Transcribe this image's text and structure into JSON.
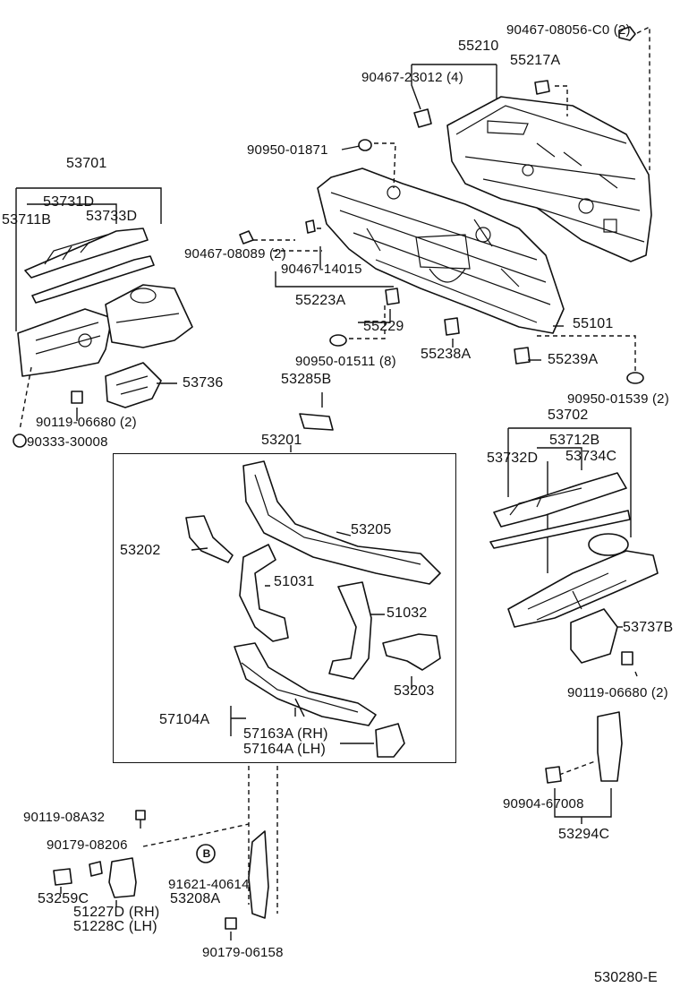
{
  "diagram_id": "530280-E",
  "labels": {
    "p90467_08056_c0": "90467-08056-C0 (2)",
    "p55210": "55210",
    "p90467_23012": "90467-23012 (4)",
    "p55217a": "55217A",
    "p90950_01871": "90950-01871",
    "p53701": "53701",
    "p53731d": "53731D",
    "p53711b": "53711B",
    "p53733d": "53733D",
    "p90467_08089": "90467-08089 (2)",
    "p90467_14015": "90467-14015",
    "p55223a": "55223A",
    "p55229": "55229",
    "p55101": "55101",
    "p90950_01511": "90950-01511 (8)",
    "p55238a": "55238A",
    "p55239a": "55239A",
    "p53736": "53736",
    "p53285b": "53285B",
    "p90950_01539": "90950-01539 (2)",
    "p90119_06680_l": "90119-06680 (2)",
    "p90333_30008": "90333-30008",
    "p53702": "53702",
    "p53201": "53201",
    "p53712b": "53712B",
    "p53732d": "53732D",
    "p53734c": "53734C",
    "p53205": "53205",
    "p53202": "53202",
    "p51031": "51031",
    "p51032": "51032",
    "p53737b": "53737B",
    "p90119_06680_r": "90119-06680 (2)",
    "p53203": "53203",
    "p57104a": "57104A",
    "p57163a": "57163A (RH)",
    "p57164a": "57164A (LH)",
    "p90904_67008": "90904-67008",
    "p53294c": "53294C",
    "p90119_08a32": "90119-08A32",
    "p90179_08206": "90179-08206",
    "b_marker": "B",
    "p91621_40614": "91621-40614",
    "p53259c": "53259C",
    "p53208a": "53208A",
    "p51227d": "51227D (RH)",
    "p51228c": "51228C (LH)",
    "p90179_06158": "90179-06158"
  }
}
